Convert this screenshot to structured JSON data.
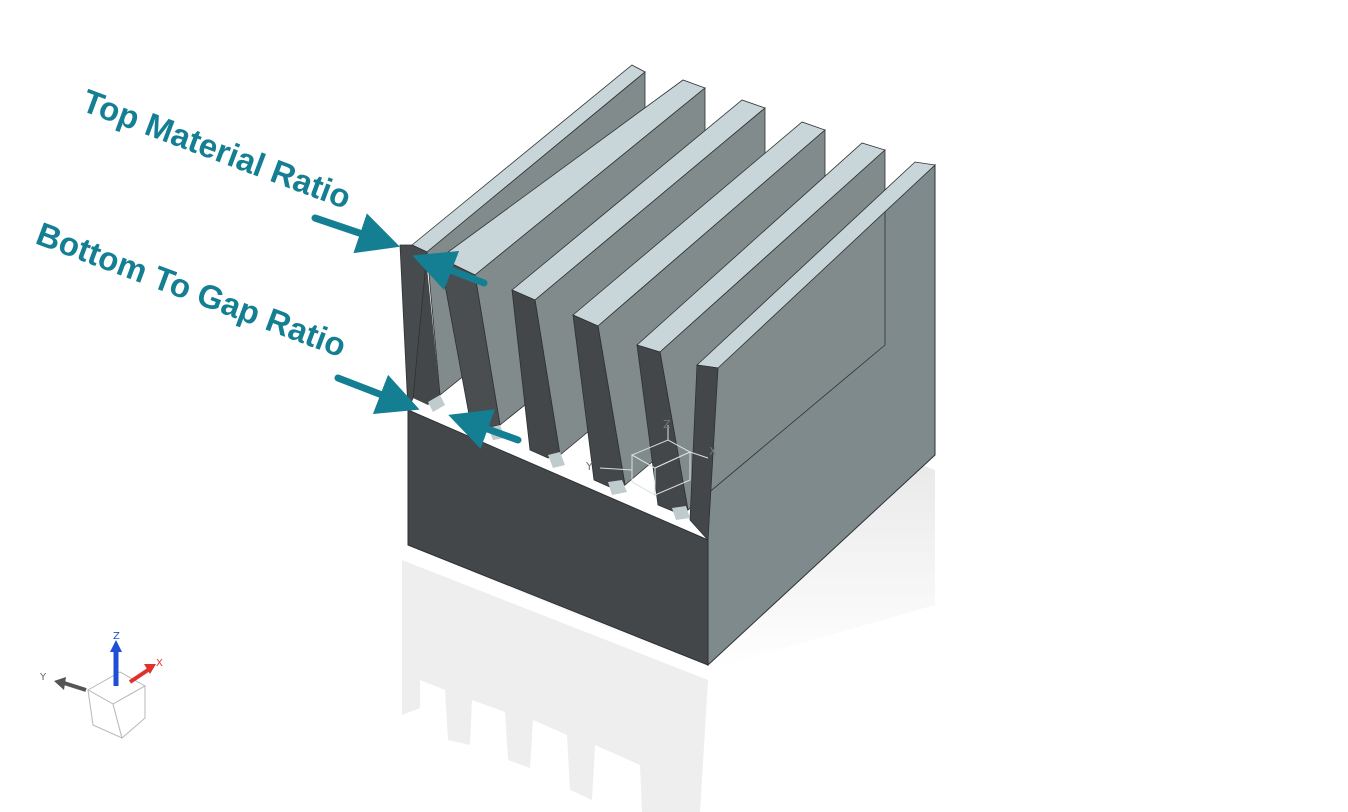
{
  "callouts": {
    "top_material_ratio": "Top Material Ratio",
    "bottom_to_gap_ratio": "Bottom To Gap Ratio"
  },
  "model_csys": {
    "x_label": "X",
    "y_label": "Y",
    "z_label": "Z"
  },
  "view_triad": {
    "x_label": "X",
    "y_label": "Y",
    "z_label": "Z",
    "x_color": "#e0322d",
    "y_color": "#555555",
    "z_color": "#1f4fd6"
  },
  "colors": {
    "callout_text": "#147f93",
    "callout_arrow": "#147f93",
    "fin_face": "#818b8c",
    "fin_top": "#c9d6d9",
    "base_front": "#434748",
    "reflection": "#efefef"
  }
}
